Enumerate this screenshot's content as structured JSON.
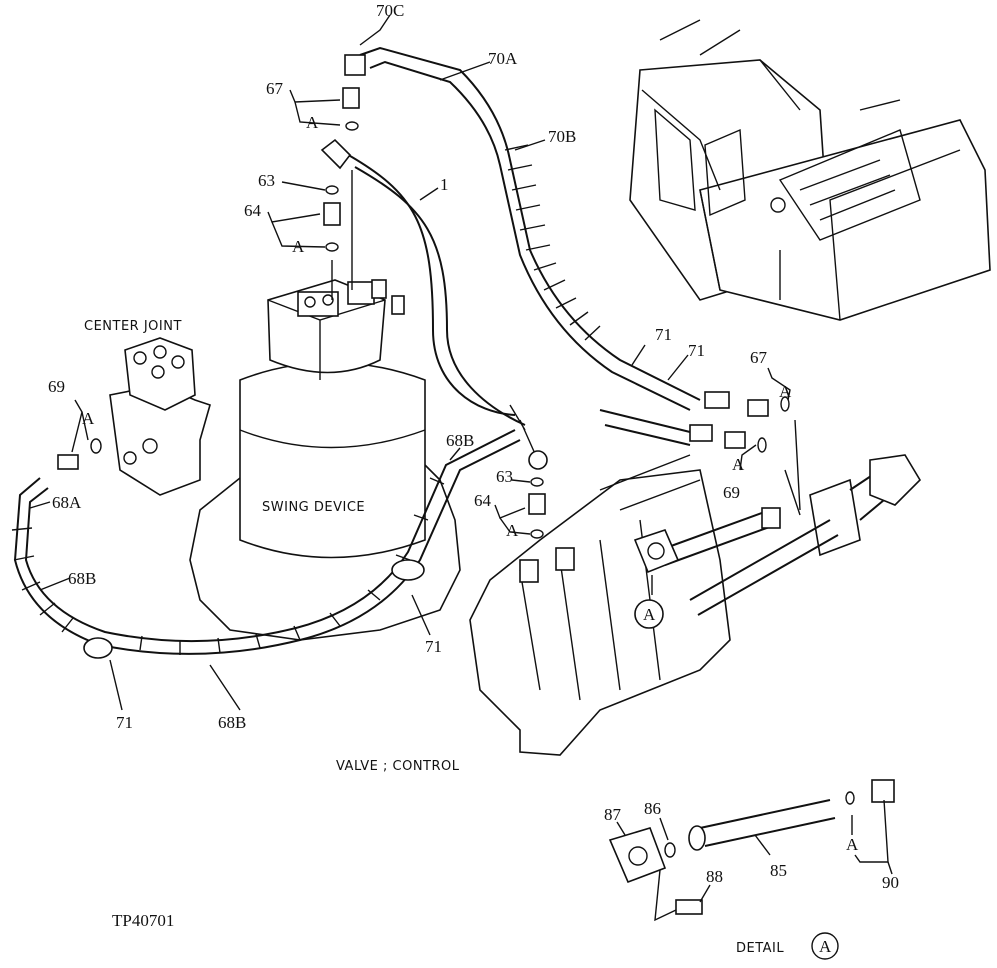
{
  "captions": {
    "center_joint": "CENTER JOINT",
    "swing_device": "SWING DEVICE",
    "valve_control": "VALVE ; CONTROL",
    "detail": "DETAIL",
    "detail_mark": "A",
    "figure_id": "TP40701"
  },
  "callouts": {
    "c70C": "70C",
    "c70A": "70A",
    "c70B": "70B",
    "c67a": "67",
    "cAa": "A",
    "c63a": "63",
    "c64a": "64",
    "cAb": "A",
    "c1": "1",
    "c71a": "71",
    "c71b": "71",
    "c67b": "67",
    "cAc": "A",
    "c69a": "69",
    "cAd": "A",
    "c69b": "69",
    "cAe": "A",
    "c68Ba": "68B",
    "c63b": "63",
    "c64b": "64",
    "cAf": "A",
    "c68A": "68A",
    "c68Bb": "68B",
    "c71c": "71",
    "c71d": "71",
    "c68Bc": "68B",
    "cAg": "A",
    "c87": "87",
    "c86": "86",
    "c85": "85",
    "c88": "88",
    "c90": "90",
    "cAh": "A"
  }
}
